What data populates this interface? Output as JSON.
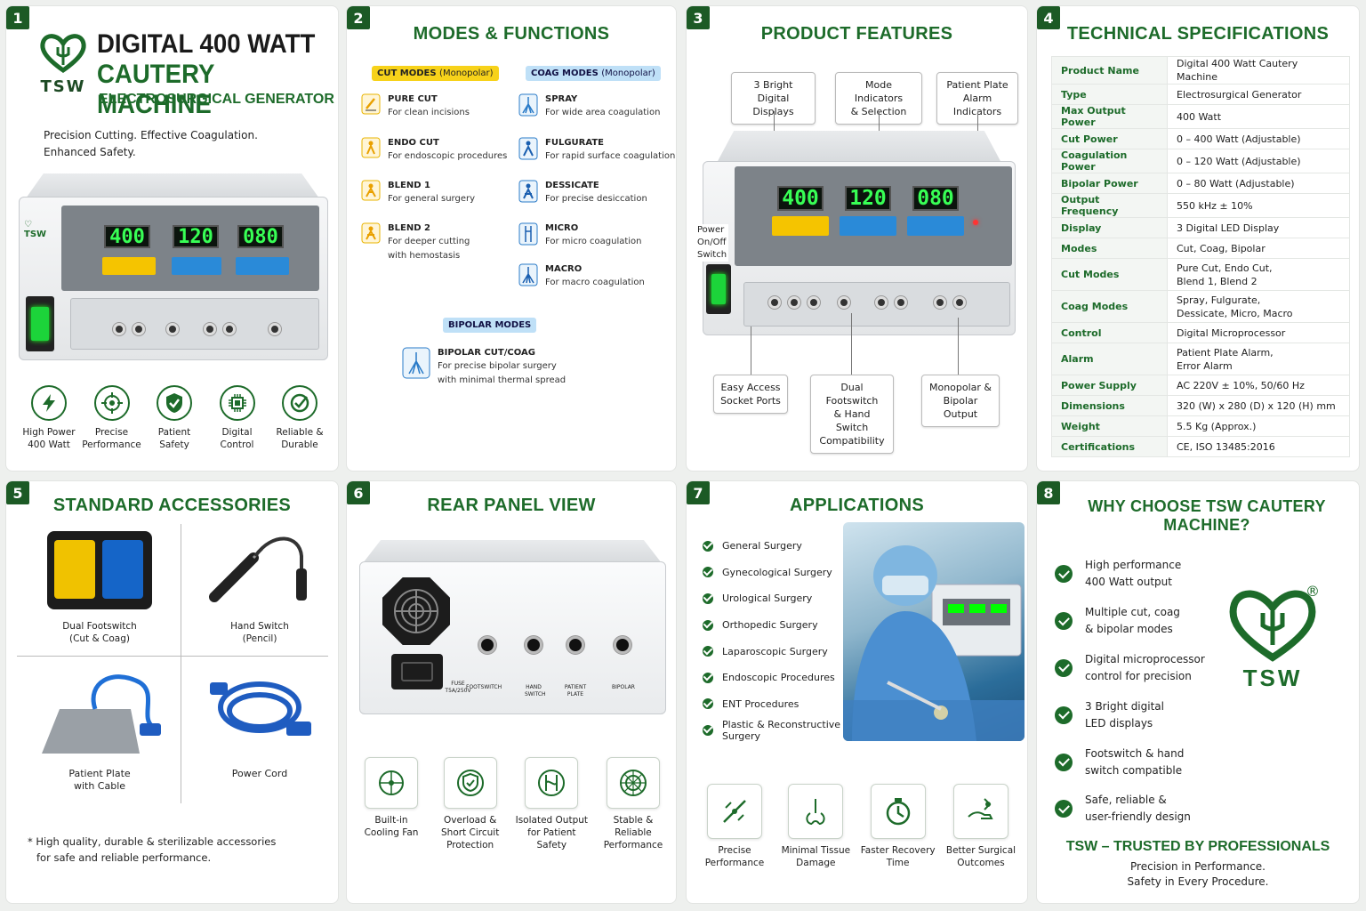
{
  "p1": {
    "num": "1",
    "brand": "TSW",
    "title1": "DIGITAL 400 WATT",
    "title2": "CAUTERY MACHINE",
    "subtitle": "ELECTROSURGICAL GENERATOR",
    "tagline1": "Precision Cutting. Effective Coagulation.",
    "tagline2": "Enhanced Safety.",
    "display_values": [
      "400",
      "120",
      "080"
    ],
    "features": [
      {
        "icon": "lightning-icon",
        "l1": "High Power",
        "l2": "400 Watt"
      },
      {
        "icon": "target-icon",
        "l1": "Precise",
        "l2": "Performance"
      },
      {
        "icon": "shield-check-icon",
        "l1": "Patient",
        "l2": "Safety"
      },
      {
        "icon": "chip-icon",
        "l1": "Digital",
        "l2": "Control"
      },
      {
        "icon": "check-badge-icon",
        "l1": "Reliable &",
        "l2": "Durable"
      }
    ]
  },
  "p2": {
    "num": "2",
    "title": "MODES & FUNCTIONS",
    "cut_tag": "CUT MODES",
    "cut_tag_sub": "(Monopolar)",
    "coag_tag": "COAG MODES",
    "coag_tag_sub": "(Monopolar)",
    "cut_modes": [
      {
        "name": "PURE CUT",
        "desc": "For clean incisions"
      },
      {
        "name": "ENDO CUT",
        "desc": "For endoscopic procedures"
      },
      {
        "name": "BLEND 1",
        "desc": "For general surgery"
      },
      {
        "name": "BLEND 2",
        "desc": "For deeper cutting",
        "desc2": "with hemostasis"
      }
    ],
    "coag_modes": [
      {
        "name": "SPRAY",
        "desc": "For wide area coagulation"
      },
      {
        "name": "FULGURATE",
        "desc": "For rapid surface coagulation"
      },
      {
        "name": "DESSICATE",
        "desc": "For precise desiccation"
      },
      {
        "name": "MICRO",
        "desc": "For micro coagulation"
      },
      {
        "name": "MACRO",
        "desc": "For macro coagulation"
      }
    ],
    "bipolar_tag": "BIPOLAR MODES",
    "bipolar": {
      "name": "BIPOLAR CUT/COAG",
      "desc": "For precise bipolar surgery",
      "desc2": "with minimal thermal spread"
    }
  },
  "p3": {
    "num": "3",
    "title": "PRODUCT FEATURES",
    "callouts_top": [
      {
        "l1": "3 Bright",
        "l2": "Digital Displays"
      },
      {
        "l1": "Mode Indicators",
        "l2": "& Selection"
      },
      {
        "l1": "Patient Plate",
        "l2": "Alarm Indicators"
      }
    ],
    "power_label": [
      "Power",
      "On/Off",
      "Switch"
    ],
    "callouts_bottom": [
      {
        "l1": "Easy Access",
        "l2": "Socket Ports"
      },
      {
        "l1": "Dual Footswitch",
        "l2": "& Hand Switch",
        "l3": "Compatibility"
      },
      {
        "l1": "Monopolar &",
        "l2": "Bipolar Output"
      }
    ],
    "display_values": [
      "400",
      "120",
      "080"
    ]
  },
  "p4": {
    "num": "4",
    "title": "TECHNICAL SPECIFICATIONS",
    "specs": [
      [
        "Product Name",
        "Digital 400 Watt Cautery Machine"
      ],
      [
        "Type",
        "Electrosurgical Generator"
      ],
      [
        "Max Output Power",
        "400 Watt"
      ],
      [
        "Cut Power",
        "0 – 400 Watt (Adjustable)"
      ],
      [
        "Coagulation Power",
        "0 – 120 Watt (Adjustable)"
      ],
      [
        "Bipolar Power",
        "0 – 80 Watt (Adjustable)"
      ],
      [
        "Output Frequency",
        "550 kHz ± 10%"
      ],
      [
        "Display",
        "3 Digital LED Display"
      ],
      [
        "Modes",
        "Cut, Coag, Bipolar"
      ],
      [
        "Cut Modes",
        "Pure Cut, Endo Cut,\nBlend 1, Blend 2"
      ],
      [
        "Coag Modes",
        "Spray, Fulgurate,\nDessicate, Micro, Macro"
      ],
      [
        "Control",
        "Digital Microprocessor"
      ],
      [
        "Alarm",
        "Patient Plate Alarm,\nError Alarm"
      ],
      [
        "Power Supply",
        "AC 220V ± 10%, 50/60 Hz"
      ],
      [
        "Dimensions",
        "320 (W) x 280 (D) x 120 (H) mm"
      ],
      [
        "Weight",
        "5.5 Kg (Approx.)"
      ],
      [
        "Certifications",
        "CE, ISO 13485:2016"
      ]
    ]
  },
  "p5": {
    "num": "5",
    "title": "STANDARD ACCESSORIES",
    "items": [
      {
        "l1": "Dual Footswitch",
        "l2": "(Cut & Coag)"
      },
      {
        "l1": "Hand Switch",
        "l2": "(Pencil)"
      },
      {
        "l1": "Patient Plate",
        "l2": "with Cable"
      },
      {
        "l1": "Power Cord",
        "l2": ""
      }
    ],
    "note1": "* High quality, durable & sterilizable accessories",
    "note2": "for safe and reliable performance."
  },
  "p6": {
    "num": "6",
    "title": "REAR PANEL VIEW",
    "rear_labels": [
      "FUSE",
      "T5A/250V",
      "FOOTSWITCH",
      "HAND",
      "SWITCH",
      "PATIENT",
      "PLATE",
      "BIPOLAR"
    ],
    "features": [
      {
        "icon": "fan-icon",
        "l1": "Built-in",
        "l2": "Cooling Fan"
      },
      {
        "icon": "protection-icon",
        "l1": "Overload &",
        "l2": "Short Circuit",
        "l3": "Protection"
      },
      {
        "icon": "isolation-icon",
        "l1": "Isolated Output",
        "l2": "for Patient",
        "l3": "Safety"
      },
      {
        "icon": "stability-icon",
        "l1": "Stable &",
        "l2": "Reliable",
        "l3": "Performance"
      }
    ]
  },
  "p7": {
    "num": "7",
    "title": "APPLICATIONS",
    "apps": [
      "General Surgery",
      "Gynecological Surgery",
      "Urological Surgery",
      "Orthopedic Surgery",
      "Laparoscopic Surgery",
      "Endoscopic Procedures",
      "ENT Procedures",
      "Plastic & Reconstructive Surgery"
    ],
    "benefits": [
      {
        "icon": "precision-icon",
        "l1": "Precise",
        "l2": "Performance"
      },
      {
        "icon": "tissue-icon",
        "l1": "Minimal Tissue",
        "l2": "Damage"
      },
      {
        "icon": "recovery-icon",
        "l1": "Faster Recovery",
        "l2": "Time"
      },
      {
        "icon": "hand-outcome-icon",
        "l1": "Better Surgical",
        "l2": "Outcomes"
      }
    ]
  },
  "p8": {
    "num": "8",
    "title": "WHY CHOOSE TSW CAUTERY MACHINE?",
    "reasons": [
      {
        "l1": "High performance",
        "l2": "400 Watt output"
      },
      {
        "l1": "Multiple cut, coag",
        "l2": "& bipolar modes"
      },
      {
        "l1": "Digital microprocessor",
        "l2": "control for precision"
      },
      {
        "l1": "3 Bright digital",
        "l2": "LED displays"
      },
      {
        "l1": "Footswitch & hand",
        "l2": "switch compatible"
      },
      {
        "l1": "Safe, reliable &",
        "l2": "user-friendly design"
      }
    ],
    "brand": "TSW",
    "reg": "®",
    "trusted": "TSW – TRUSTED BY PROFESSIONALS",
    "foot1": "Precision in Performance.",
    "foot2": "Safety in Every Procedure."
  }
}
